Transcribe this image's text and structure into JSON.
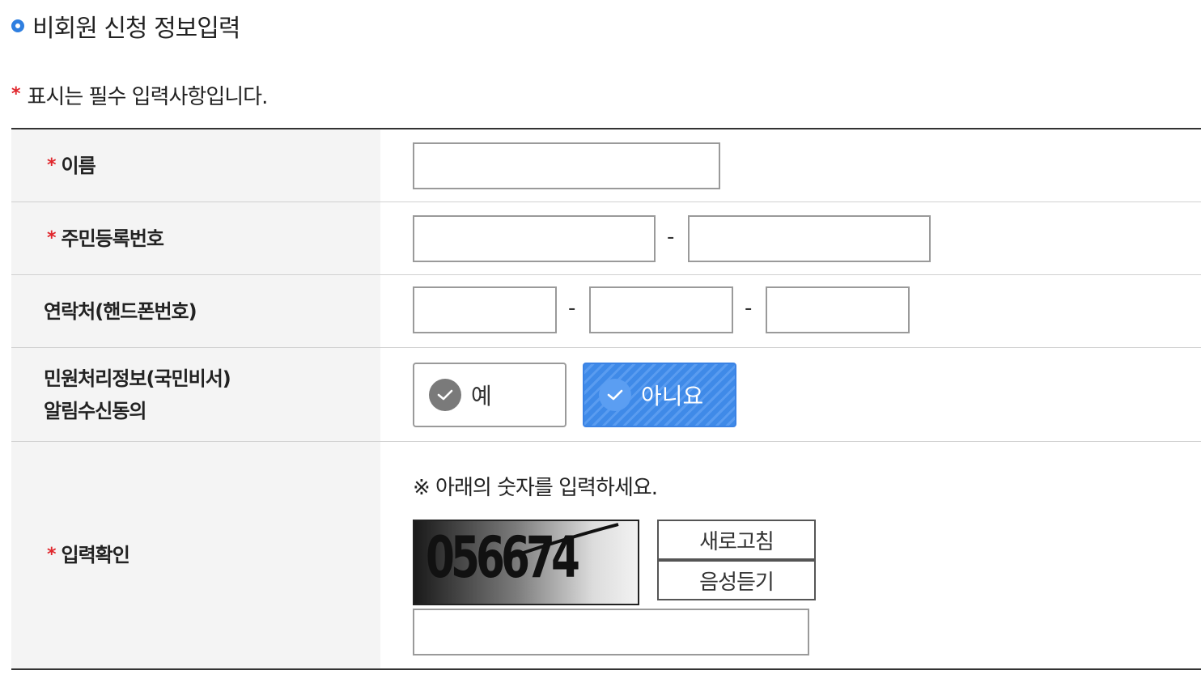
{
  "section": {
    "title": "비회원 신청 정보입력"
  },
  "required_note": {
    "mark": "*",
    "text": "표시는 필수 입력사항입니다."
  },
  "form": {
    "name": {
      "label": "이름",
      "required": true
    },
    "rrn": {
      "label": "주민등록번호",
      "required": true,
      "separator": "-"
    },
    "phone": {
      "label": "연락처(핸드폰번호)",
      "required": false,
      "separator": "-"
    },
    "agree": {
      "label_line1": "민원처리정보(국민비서)",
      "label_line2": "알림수신동의",
      "options": [
        {
          "label": "예",
          "selected": false
        },
        {
          "label": "아니요",
          "selected": true
        }
      ]
    },
    "captcha": {
      "label": "입력확인",
      "required": true,
      "guide": "※ 아래의 숫자를 입력하세요.",
      "image_text": "056674",
      "refresh_label": "새로고침",
      "audio_label": "음성듣기"
    }
  },
  "colors": {
    "accent": "#2f7fe0",
    "required": "#e0262c",
    "selected_option": "#3f8ae8",
    "label_background": "#f4f4f4"
  }
}
